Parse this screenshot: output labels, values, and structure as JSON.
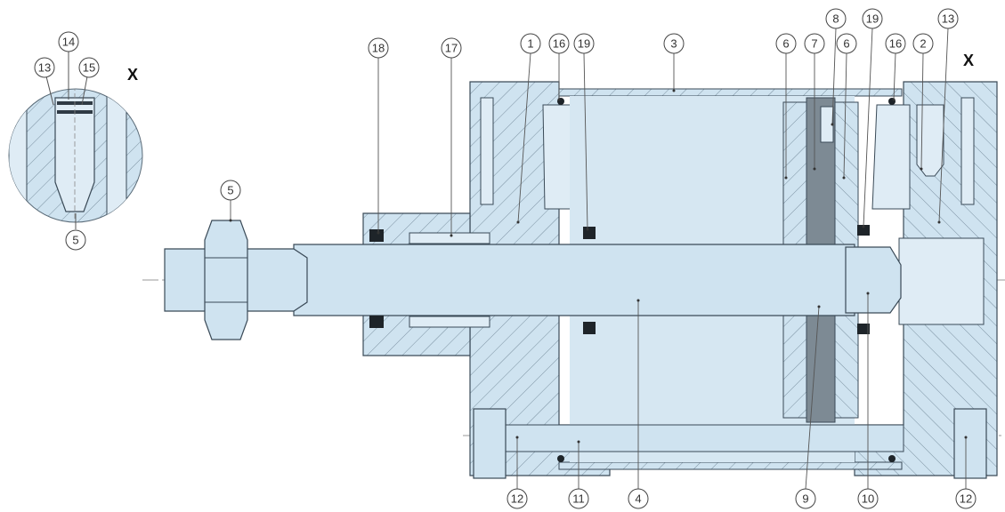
{
  "colors": {
    "part_fill": "#cfe3f0",
    "part_fill_light": "#dfecf5",
    "piston_dark": "#7d8a94",
    "outline": "#3a4a57",
    "hatch": "#6f8594",
    "callout_line": "#555555"
  },
  "detail_marker": "X",
  "detail_callouts": [
    {
      "label": "14"
    },
    {
      "label": "13"
    },
    {
      "label": "15"
    },
    {
      "label": "5"
    }
  ],
  "callouts": [
    {
      "label": "18"
    },
    {
      "label": "17"
    },
    {
      "label": "1"
    },
    {
      "label": "16"
    },
    {
      "label": "19"
    },
    {
      "label": "3"
    },
    {
      "label": "6"
    },
    {
      "label": "7"
    },
    {
      "label": "8"
    },
    {
      "label": "6"
    },
    {
      "label": "19"
    },
    {
      "label": "16"
    },
    {
      "label": "2"
    },
    {
      "label": "13"
    },
    {
      "label": "5"
    },
    {
      "label": "12"
    },
    {
      "label": "11"
    },
    {
      "label": "4"
    },
    {
      "label": "9"
    },
    {
      "label": "10"
    },
    {
      "label": "12"
    }
  ]
}
